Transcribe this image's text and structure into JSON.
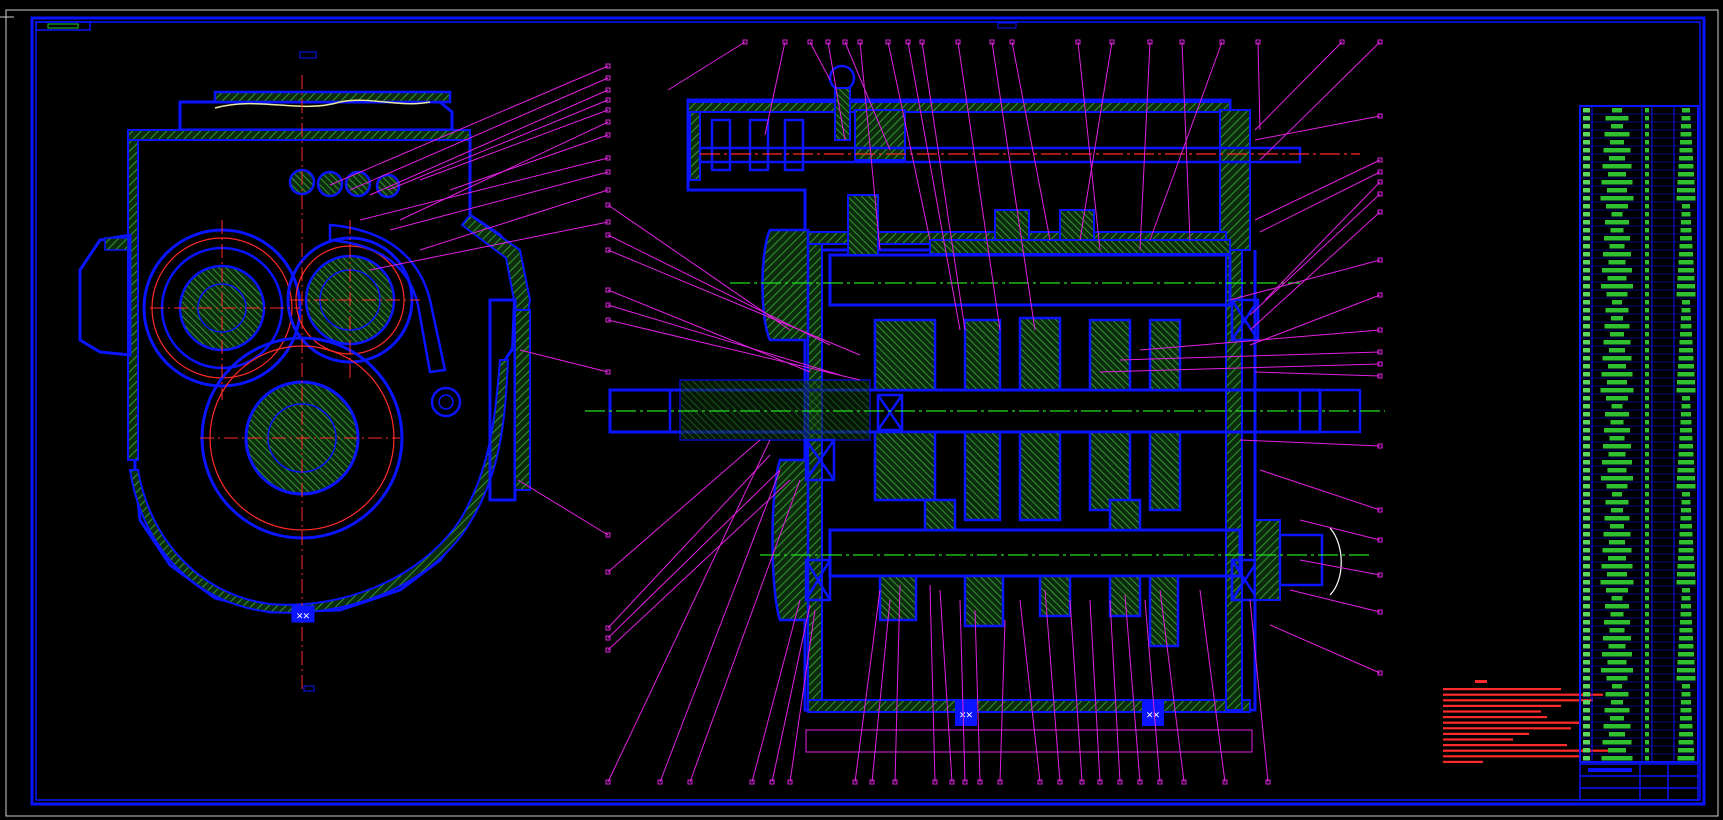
{
  "drawing": {
    "background": "#000000",
    "colors": {
      "frame": "#ffffff",
      "outline": "#0a14ff",
      "hatch": "#1f7a1f",
      "centerline_red": "#ff2a2a",
      "centerline_green": "#22dd22",
      "leader": "#e020e0",
      "notes": "#ff2a2a",
      "table_fill": "#2fbf2f"
    },
    "views": [
      {
        "name": "end-view-section",
        "type": "gearbox-cross-section"
      },
      {
        "name": "longitudinal-section",
        "type": "gearbox-assembly"
      }
    ],
    "symbols": {
      "weld_mark": "X"
    },
    "icons": {
      "balloon": "leader-balloon-icon",
      "weld": "weld-symbol-icon"
    }
  }
}
